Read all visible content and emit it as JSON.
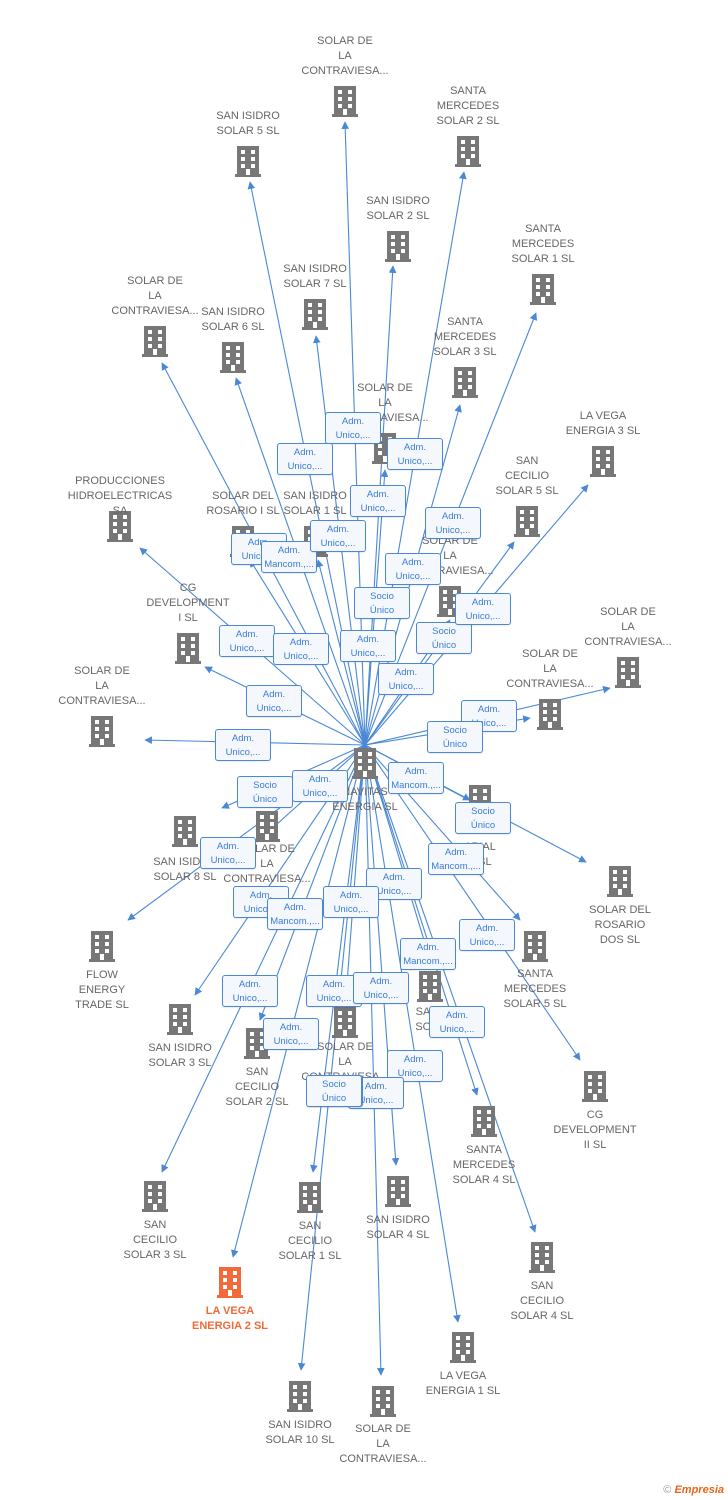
{
  "center": {
    "name": "NAVITAS\nENERGIA SL"
  },
  "nodes": [
    {
      "id": "c1",
      "name": "SOLAR DE\nLA\nCONTRAVIESA..."
    },
    {
      "id": "c2",
      "name": "SANTA\nMERCEDES\nSOLAR 2  SL"
    },
    {
      "id": "c3",
      "name": "SAN ISIDRO\nSOLAR 5  SL"
    },
    {
      "id": "c4",
      "name": "SAN ISIDRO\nSOLAR 2  SL"
    },
    {
      "id": "c5",
      "name": "SANTA\nMERCEDES\nSOLAR 1  SL"
    },
    {
      "id": "c6",
      "name": "SOLAR DE\nLA\nCONTRAVIESA..."
    },
    {
      "id": "c7",
      "name": "SAN ISIDRO\nSOLAR 7  SL"
    },
    {
      "id": "c8",
      "name": "SAN ISIDRO\nSOLAR 6  SL"
    },
    {
      "id": "c9",
      "name": "SANTA\nMERCEDES\nSOLAR 3  SL"
    },
    {
      "id": "c10",
      "name": "SOLAR DE\nLA\nCONTRAVIESA..."
    },
    {
      "id": "c11",
      "name": "LA VEGA\nENERGIA 3  SL"
    },
    {
      "id": "c12",
      "name": "PRODUCCIONES\nHIDROELECTRICAS SA"
    },
    {
      "id": "c13",
      "name": "SOLAR DEL\nROSARIO I  SL"
    },
    {
      "id": "c14",
      "name": "SAN ISIDRO\nSOLAR 1  SL"
    },
    {
      "id": "c15",
      "name": "SAN\nCECILIO\nSOLAR 5  SL"
    },
    {
      "id": "c16",
      "name": "SOLAR DE\nLA\nCONTRAVIESA..."
    },
    {
      "id": "c17",
      "name": "CG\nDEVELOPMENT\nI  SL"
    },
    {
      "id": "c18",
      "name": "SOLAR DE\nLA\nCONTRAVIESA..."
    },
    {
      "id": "c19",
      "name": "SOLAR DE\nLA\nCONTRAVIESA..."
    },
    {
      "id": "c20",
      "name": "SOLAR DE\nLA\nCONTRAVIESA..."
    },
    {
      "id": "c21",
      "name": "SAN ISIDRO\nSOLAR 8  SL"
    },
    {
      "id": "c22",
      "name": "SOLAR DE\nLA\nCONTRAVIESA..."
    },
    {
      "id": "c23",
      "name": "ARIAL\nA SL"
    },
    {
      "id": "c24",
      "name": "SOLAR DEL\nROSARIO\nDOS  SL"
    },
    {
      "id": "c25",
      "name": "FLOW\nENERGY\nTRADE  SL"
    },
    {
      "id": "c26",
      "name": "SANTA\nMERCEDES\nSOLAR 5  SL"
    },
    {
      "id": "c27",
      "name": "SAN ISIDRO\nSOLAR 3  SL"
    },
    {
      "id": "c28",
      "name": "SAN\nCECILIO\nSOLAR 2  SL"
    },
    {
      "id": "c29",
      "name": "SOLAR DE\nLA\nCONTRAVIESA..."
    },
    {
      "id": "c30",
      "name": "SAN I\nSOLA"
    },
    {
      "id": "c31",
      "name": "CG\nDEVELOPMENT\nII  SL"
    },
    {
      "id": "c32",
      "name": "SANTA\nMERCEDES\nSOLAR 4  SL"
    },
    {
      "id": "c33",
      "name": "SAN\nCECILIO\nSOLAR 3  SL"
    },
    {
      "id": "c34",
      "name": "SAN\nCECILIO\nSOLAR 1  SL"
    },
    {
      "id": "c35",
      "name": "SAN ISIDRO\nSOLAR 4  SL"
    },
    {
      "id": "c36",
      "name": "SAN\nCECILIO\nSOLAR 4  SL"
    },
    {
      "id": "c37",
      "name": "LA VEGA\nENERGIA 2  SL",
      "highlight": true
    },
    {
      "id": "c38",
      "name": "LA VEGA\nENERGIA 1  SL"
    },
    {
      "id": "c39",
      "name": "SAN ISIDRO\nSOLAR 10  SL"
    },
    {
      "id": "c40",
      "name": "SOLAR DE\nLA\nCONTRAVIESA..."
    }
  ],
  "relations": [
    "Adm.\nUnico,...",
    "Adm.\nUnico,...",
    "Adm.\nUnico,...",
    "Adm.\nUnico,...",
    "Adm.\nUnico,...",
    "Adm.\nUnico,...",
    "Adm.\nMancom.,...",
    "Adm.\nUnico,...",
    "Adm.\nUnico,...",
    "Socio\nÚnico",
    "Adm.\nUnico,...",
    "Adm.\nUnico,...",
    "Socio\nÚnico",
    "Adm.\nUnico,...",
    "Adm.\nUnico,...",
    "Adm.\nUnico,...",
    "Adm.\nUnico,...",
    "Adm.\nUnico,...",
    "Socio\nÚnico",
    "Adm.\nUnico,...",
    "Socio\nÚnico",
    "Adm.\nMancom.,...",
    "Socio\nÚnico",
    "Adm.\nUnico,...",
    "Adm.\nMancom.,...",
    "Adm.\nUnico,...",
    "Adm.\nUnico,...",
    "Adm.\nUnico,...",
    "Adm.\nMancom.,...",
    "Adm.\nMancom.,...",
    "Adm.\nUnico,...",
    "Adm.\nUnico,...",
    "Adm.\nUnico,...",
    "Adm.\nUnico,...",
    "Adm.\nUnico,...",
    "Adm.\nUnico,...",
    "Adm.\nUnico,...",
    "Adm.\nUnico,...",
    "Adm.\nUnico,...",
    "Socio\nÚnico",
    "Adm.\nUnico,..."
  ],
  "colors": {
    "edge": "#4a88d6",
    "building": "#777777",
    "highlight": "#f26a3a"
  },
  "icons": {
    "company": "building-icon"
  },
  "brand": {
    "copyright": "©",
    "name": "Empresia"
  }
}
